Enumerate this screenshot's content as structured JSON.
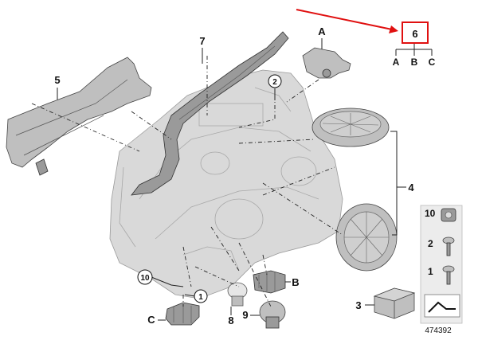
{
  "callouts": {
    "housing_cover": "7",
    "bracket": "5",
    "screw_circled": "2",
    "cover_caps": "4",
    "bulb": "8",
    "bulb_socket": "9",
    "connector_circled": "10",
    "gasket_circled": "1",
    "mount_A": "A",
    "mount_B": "B",
    "mount_C": "C",
    "repair_kit": "6",
    "repair_kit_A": "A",
    "repair_kit_B": "B",
    "repair_kit_C": "C",
    "kit_box": "3"
  },
  "legend_panel": {
    "items": [
      "10",
      "2",
      "1"
    ]
  },
  "figure_number": "474392",
  "colors": {
    "highlight": "#e01010",
    "part_fill": "#bfbfbf",
    "ghost_fill": "#d9d9d9",
    "line": "#222222"
  }
}
